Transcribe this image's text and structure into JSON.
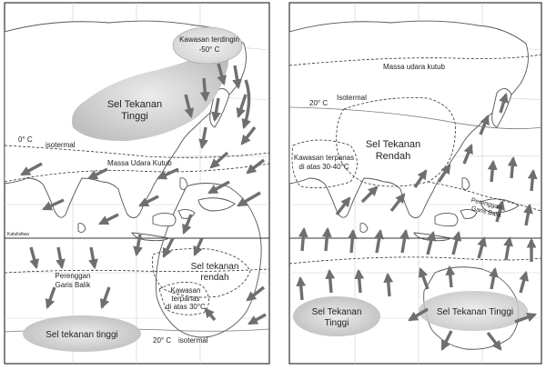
{
  "left_map": {
    "coldest_region": {
      "line1": "Kawasan terdingin",
      "line2": "-50° C"
    },
    "high_cell": {
      "line1": "Sel Tekanan",
      "line2": "Tinggi"
    },
    "isotherm_0": {
      "temp": "0° C",
      "word": "isotermal"
    },
    "polar_air_mass": "Massa Udara Kutub",
    "equator": "Katulistiwa",
    "tropic": {
      "line1": "Perenggan",
      "line2": "Garis Balik"
    },
    "low_cell": {
      "line1": "Sel tekanan",
      "line2": "rendah"
    },
    "hottest_region": {
      "line1": "Kawasan",
      "line2": "terpanas",
      "line3": "di atas 30°C"
    },
    "southern_high": "Sel tekanan tinggi",
    "isotherm_20": {
      "temp": "20° C",
      "word": "isotermal"
    }
  },
  "right_map": {
    "polar_air_mass": "Massa udara kutub",
    "isotherm_20": {
      "temp": "20° C",
      "word": "Isotermal"
    },
    "low_cell": {
      "line1": "Sel Tekanan",
      "line2": "Rendah"
    },
    "hottest_region": {
      "line1": "Kawasan terpanas",
      "line2": "di atas 30-40°C"
    },
    "tropic": {
      "line1": "Perenggan",
      "line2": "Garis Balik"
    },
    "high_cell_left": {
      "line1": "Sel Tekanan",
      "line2": "Tinggi"
    },
    "high_cell_right": "Sel Tekanan Tinggi"
  },
  "colors": {
    "land": "#ffffff",
    "outline": "#555555",
    "arrow": "#6f6f6f",
    "high_cell_fill": "#d6d6d6",
    "label": "#222222"
  }
}
